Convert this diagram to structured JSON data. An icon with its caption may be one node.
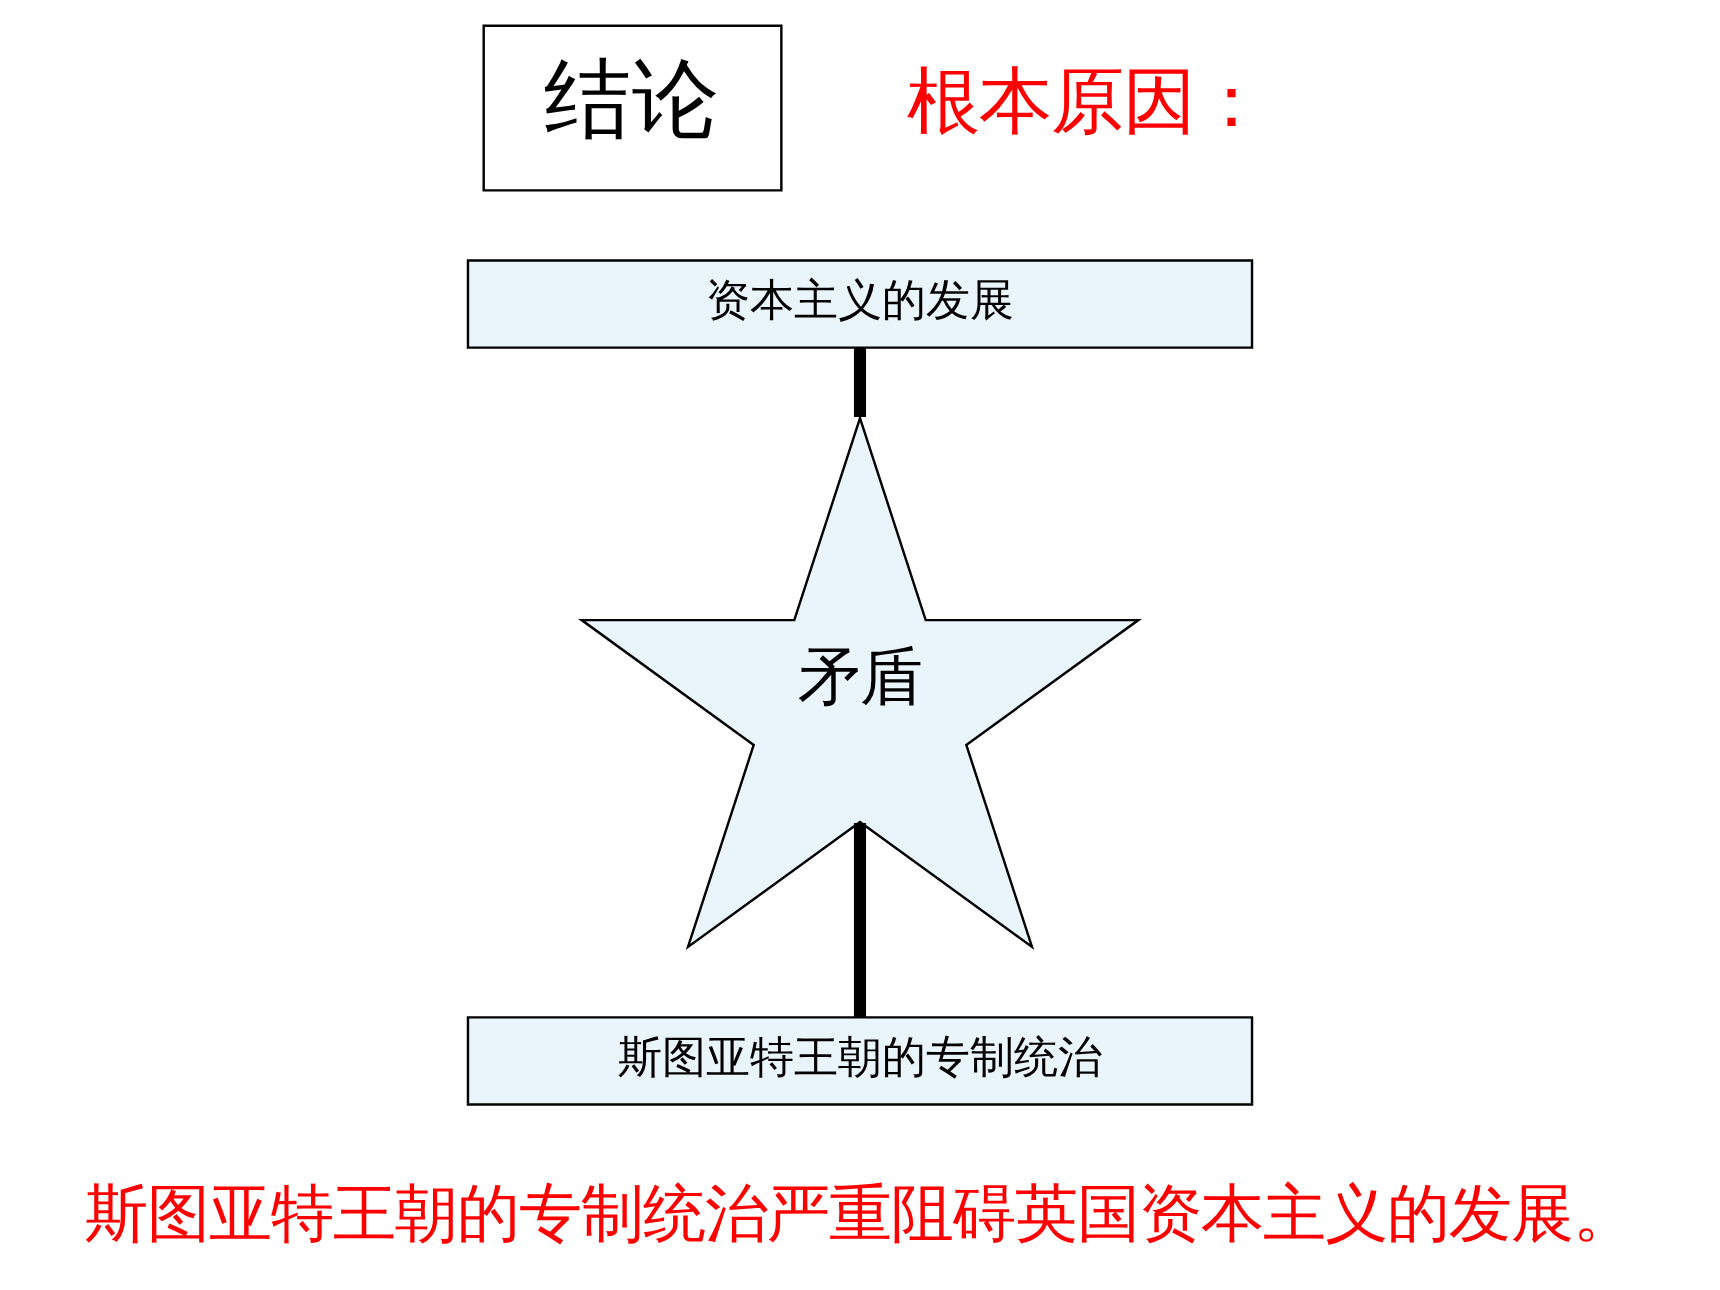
{
  "diagram": {
    "nodes": [
      {
        "text": [
          "结论"
        ]
      },
      {
        "text": [
          "资本主义的发展"
        ]
      },
      {
        "text": [
          "矛盾"
        ]
      },
      {
        "text": [
          "斯图亚特王朝的专制统治"
        ]
      }
    ],
    "edges": [
      {
        "from": 1,
        "to": 2,
        "arrow": "none"
      },
      {
        "from": 2,
        "to": 3,
        "arrow": "none"
      }
    ],
    "labels": [
      "根本原因：",
      "斯图亚特王朝的专制统治严重阻碍英国资本主义的发展。"
    ]
  }
}
